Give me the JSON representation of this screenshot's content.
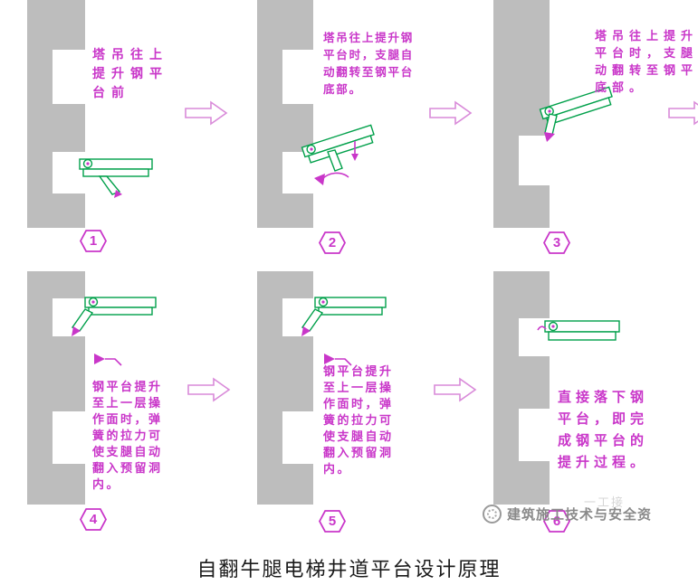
{
  "caption": "自翻牛腿电梯井道平台设计原理",
  "watermark": {
    "text": "建筑施工技术与安全资",
    "faint": "一工接"
  },
  "colors": {
    "wall_gray": "#bdbdbd",
    "platform_green": "#00a04a",
    "annotation_magenta": "#c936c9",
    "arrow_pink": "#d98ad9",
    "caption_black": "#1b1b1b",
    "watermark_gray": "#8a8a8a"
  },
  "panels": [
    {
      "num": "1",
      "text": "塔吊往上\n提升钢平\n台前"
    },
    {
      "num": "2",
      "text": "塔吊往上提升钢\n平台时，支腿自\n动翻转至钢平台\n底部。"
    },
    {
      "num": "3",
      "text": "塔吊往上提升钢\n平台时，支腿自\n动翻转至钢平台\n底部。"
    },
    {
      "num": "4",
      "text": "钢平台提升\n至上一层操\n作面时，弹\n簧的拉力可\n使支腿自动\n翻入预留洞\n内。"
    },
    {
      "num": "5",
      "text": "钢平台提升\n至上一层操\n作面时，弹\n簧的拉力可\n使支腿自动\n翻入预留洞\n内。"
    },
    {
      "num": "6",
      "text": "直接落下钢\n平台，即完\n成钢平台的\n提升过程。"
    }
  ]
}
